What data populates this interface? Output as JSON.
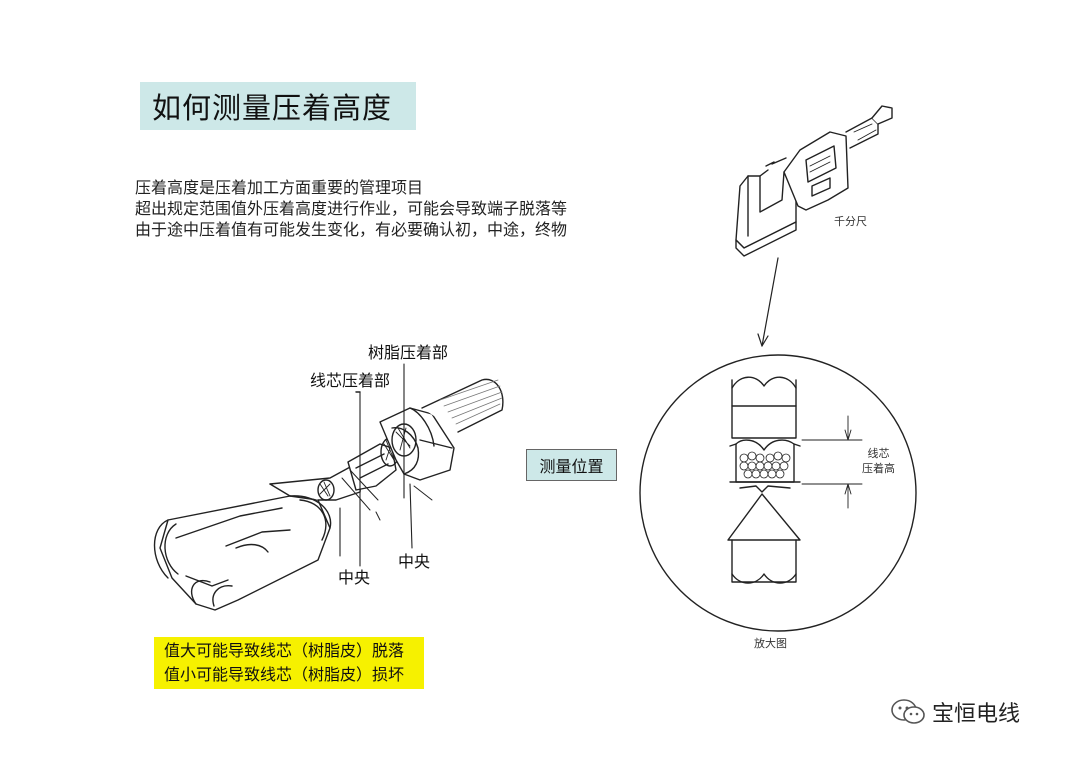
{
  "title": "如何测量压着高度",
  "intro_lines": [
    "压着高度是压着加工方面重要的管理项目",
    "超出规定范围值外压着高度进行作业，可能会导致端子脱落等",
    "由于途中压着值有可能发生变化，有必要确认初，中途，终物"
  ],
  "terminal_labels": {
    "resin_crimp": "树脂压着部",
    "core_crimp": "线芯压着部",
    "center_1": "中央",
    "center_2": "中央"
  },
  "measure_position": "测量位置",
  "micrometer_label": "千分尺",
  "crimp_height_label": [
    "线芯",
    "压着高"
  ],
  "enlarged_label": "放大图",
  "warnings": [
    "值大可能导致线芯（树脂皮）脱落",
    "值小可能导致线芯（树脂皮）损坏"
  ],
  "watermark": "宝恒电线",
  "colors": {
    "title_bg": "#cde8e8",
    "measure_bg": "#cde8e8",
    "warning_bg": "#f6f100"
  }
}
